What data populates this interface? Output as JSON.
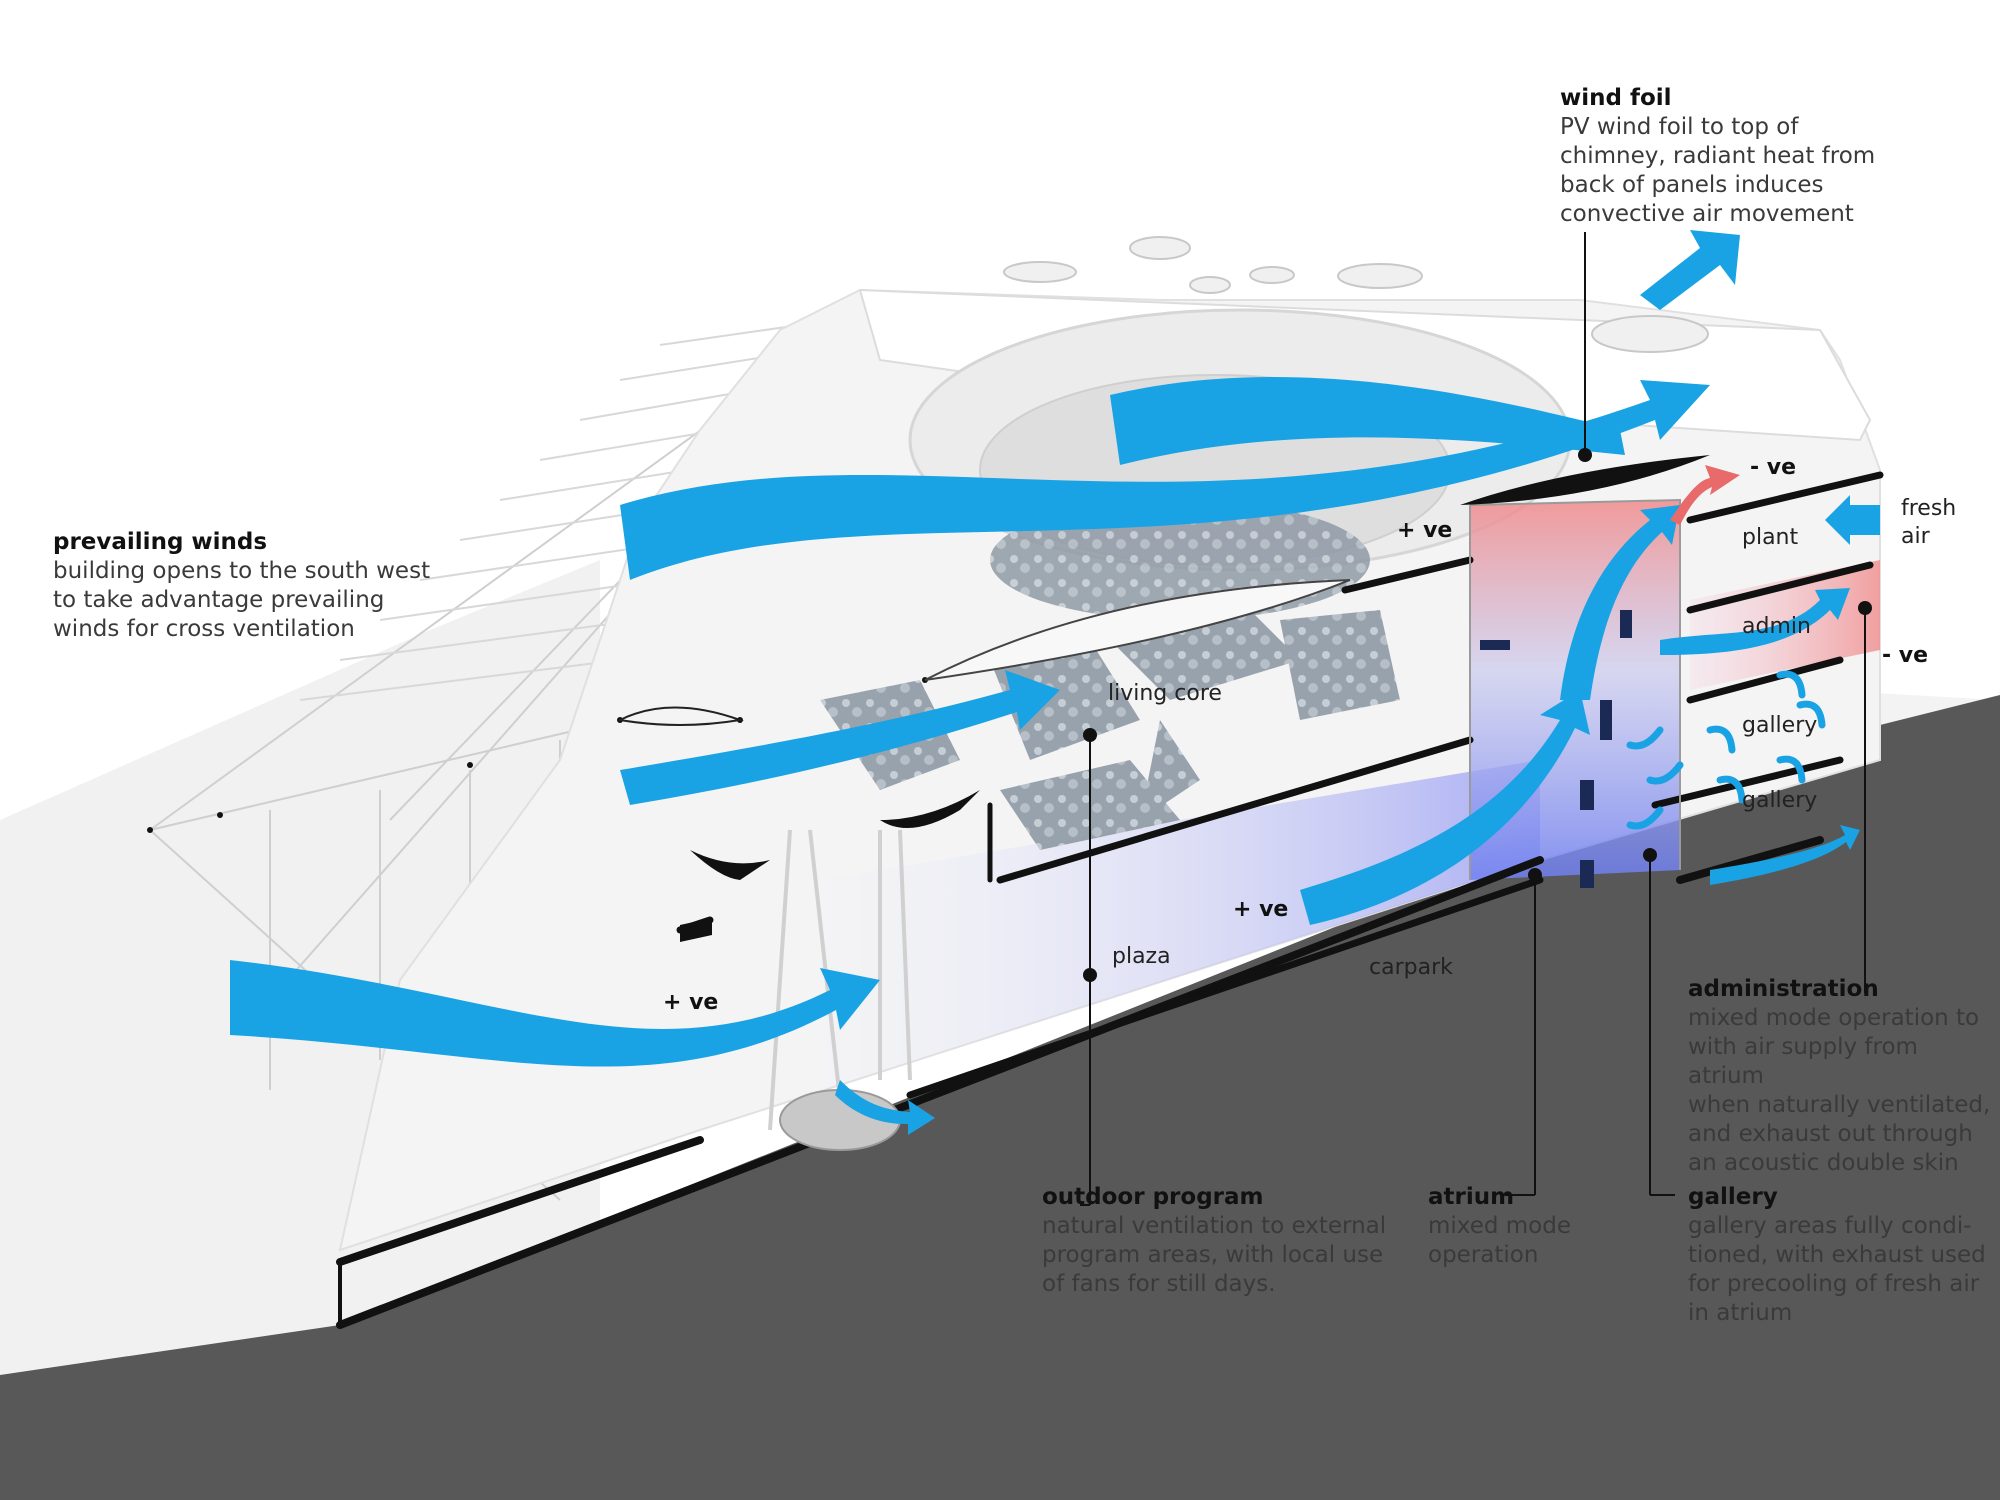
{
  "annotations": {
    "wind_foil": {
      "title": "wind foil",
      "body": "PV wind foil to top of\nchimney, radiant heat from\nback of panels induces\nconvective air movement"
    },
    "prevailing_winds": {
      "title": "prevailing winds",
      "body": "building opens to the south west\nto take advantage prevailing\nwinds for cross ventilation"
    },
    "administration": {
      "title": "administration",
      "body": "mixed mode operation to\nwith air supply from atrium\nwhen naturally ventilated,\nand exhaust out through\nan acoustic double skin"
    },
    "outdoor_program": {
      "title": "outdoor program",
      "body": "natural ventilation to external\nprogram areas, with local use\nof fans for still days."
    },
    "atrium": {
      "title": "atrium",
      "body": "mixed mode\noperation"
    },
    "gallery": {
      "title": "gallery",
      "body": "gallery areas fully condi-\ntioned, with exhaust used\nfor precooling of fresh air\nin atrium"
    }
  },
  "labels": {
    "plant": "plant",
    "fresh_air": "fresh\nair",
    "admin": "admin",
    "gallery_upper": "gallery",
    "gallery_lower": "gallery",
    "living_core": "living core",
    "plaza": "plaza",
    "carpark": "carpark",
    "pressure_positive": "+ ve",
    "pressure_negative": "- ve"
  },
  "colors": {
    "airflow": "#1aa3e4",
    "warm_air": "#e86a6a",
    "cool_air": "#6f7ff0",
    "ground": "#585858",
    "slab": "#111111",
    "structure": "#e9e9e9"
  }
}
